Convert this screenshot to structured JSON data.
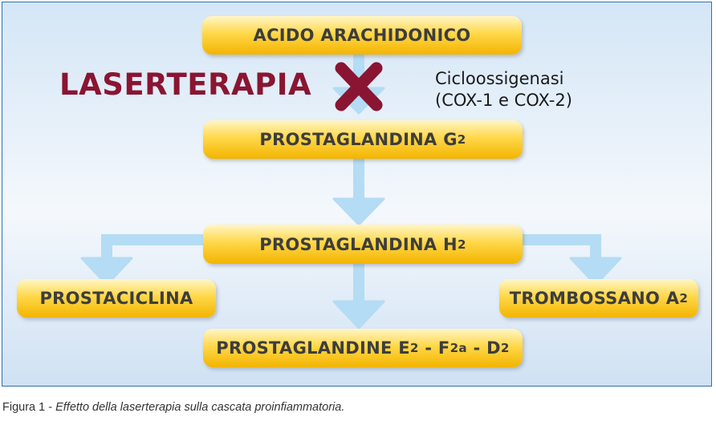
{
  "diagram": {
    "nodes": {
      "arachidonic": {
        "label": "ACIDO ARACHIDONICO"
      },
      "pgg2": {
        "label": "PROSTAGLANDINA G",
        "sub": "2"
      },
      "pgh2": {
        "label": "PROSTAGLANDINA H",
        "sub": "2"
      },
      "prostacyclin": {
        "label": "PROSTACICLINA"
      },
      "thromboxane": {
        "label": "TROMBOSSANO A",
        "sub": "2"
      },
      "prostaglandins": {
        "label_1": "PROSTAGLANDINE E",
        "sub_1": "2",
        "sep_1": " - F",
        "sub_2": "2a",
        "sep_2": " - D",
        "sub_3": "2"
      }
    },
    "inhibitor": {
      "label": "LASERTERAPIA",
      "mark_color": "#8a1532"
    },
    "enzyme": {
      "line_1": "Cicloossigenasi",
      "line_2": "(COX-1 e COX-2)"
    },
    "colors": {
      "box": "#ffd84a",
      "arrow": "#b4dcf4",
      "panel_border": "#2f6fb0"
    }
  },
  "caption": {
    "prefix": "Figura 1",
    "separator": " - ",
    "text": "Effetto della laserterapia sulla cascata proinfiammatoria."
  }
}
